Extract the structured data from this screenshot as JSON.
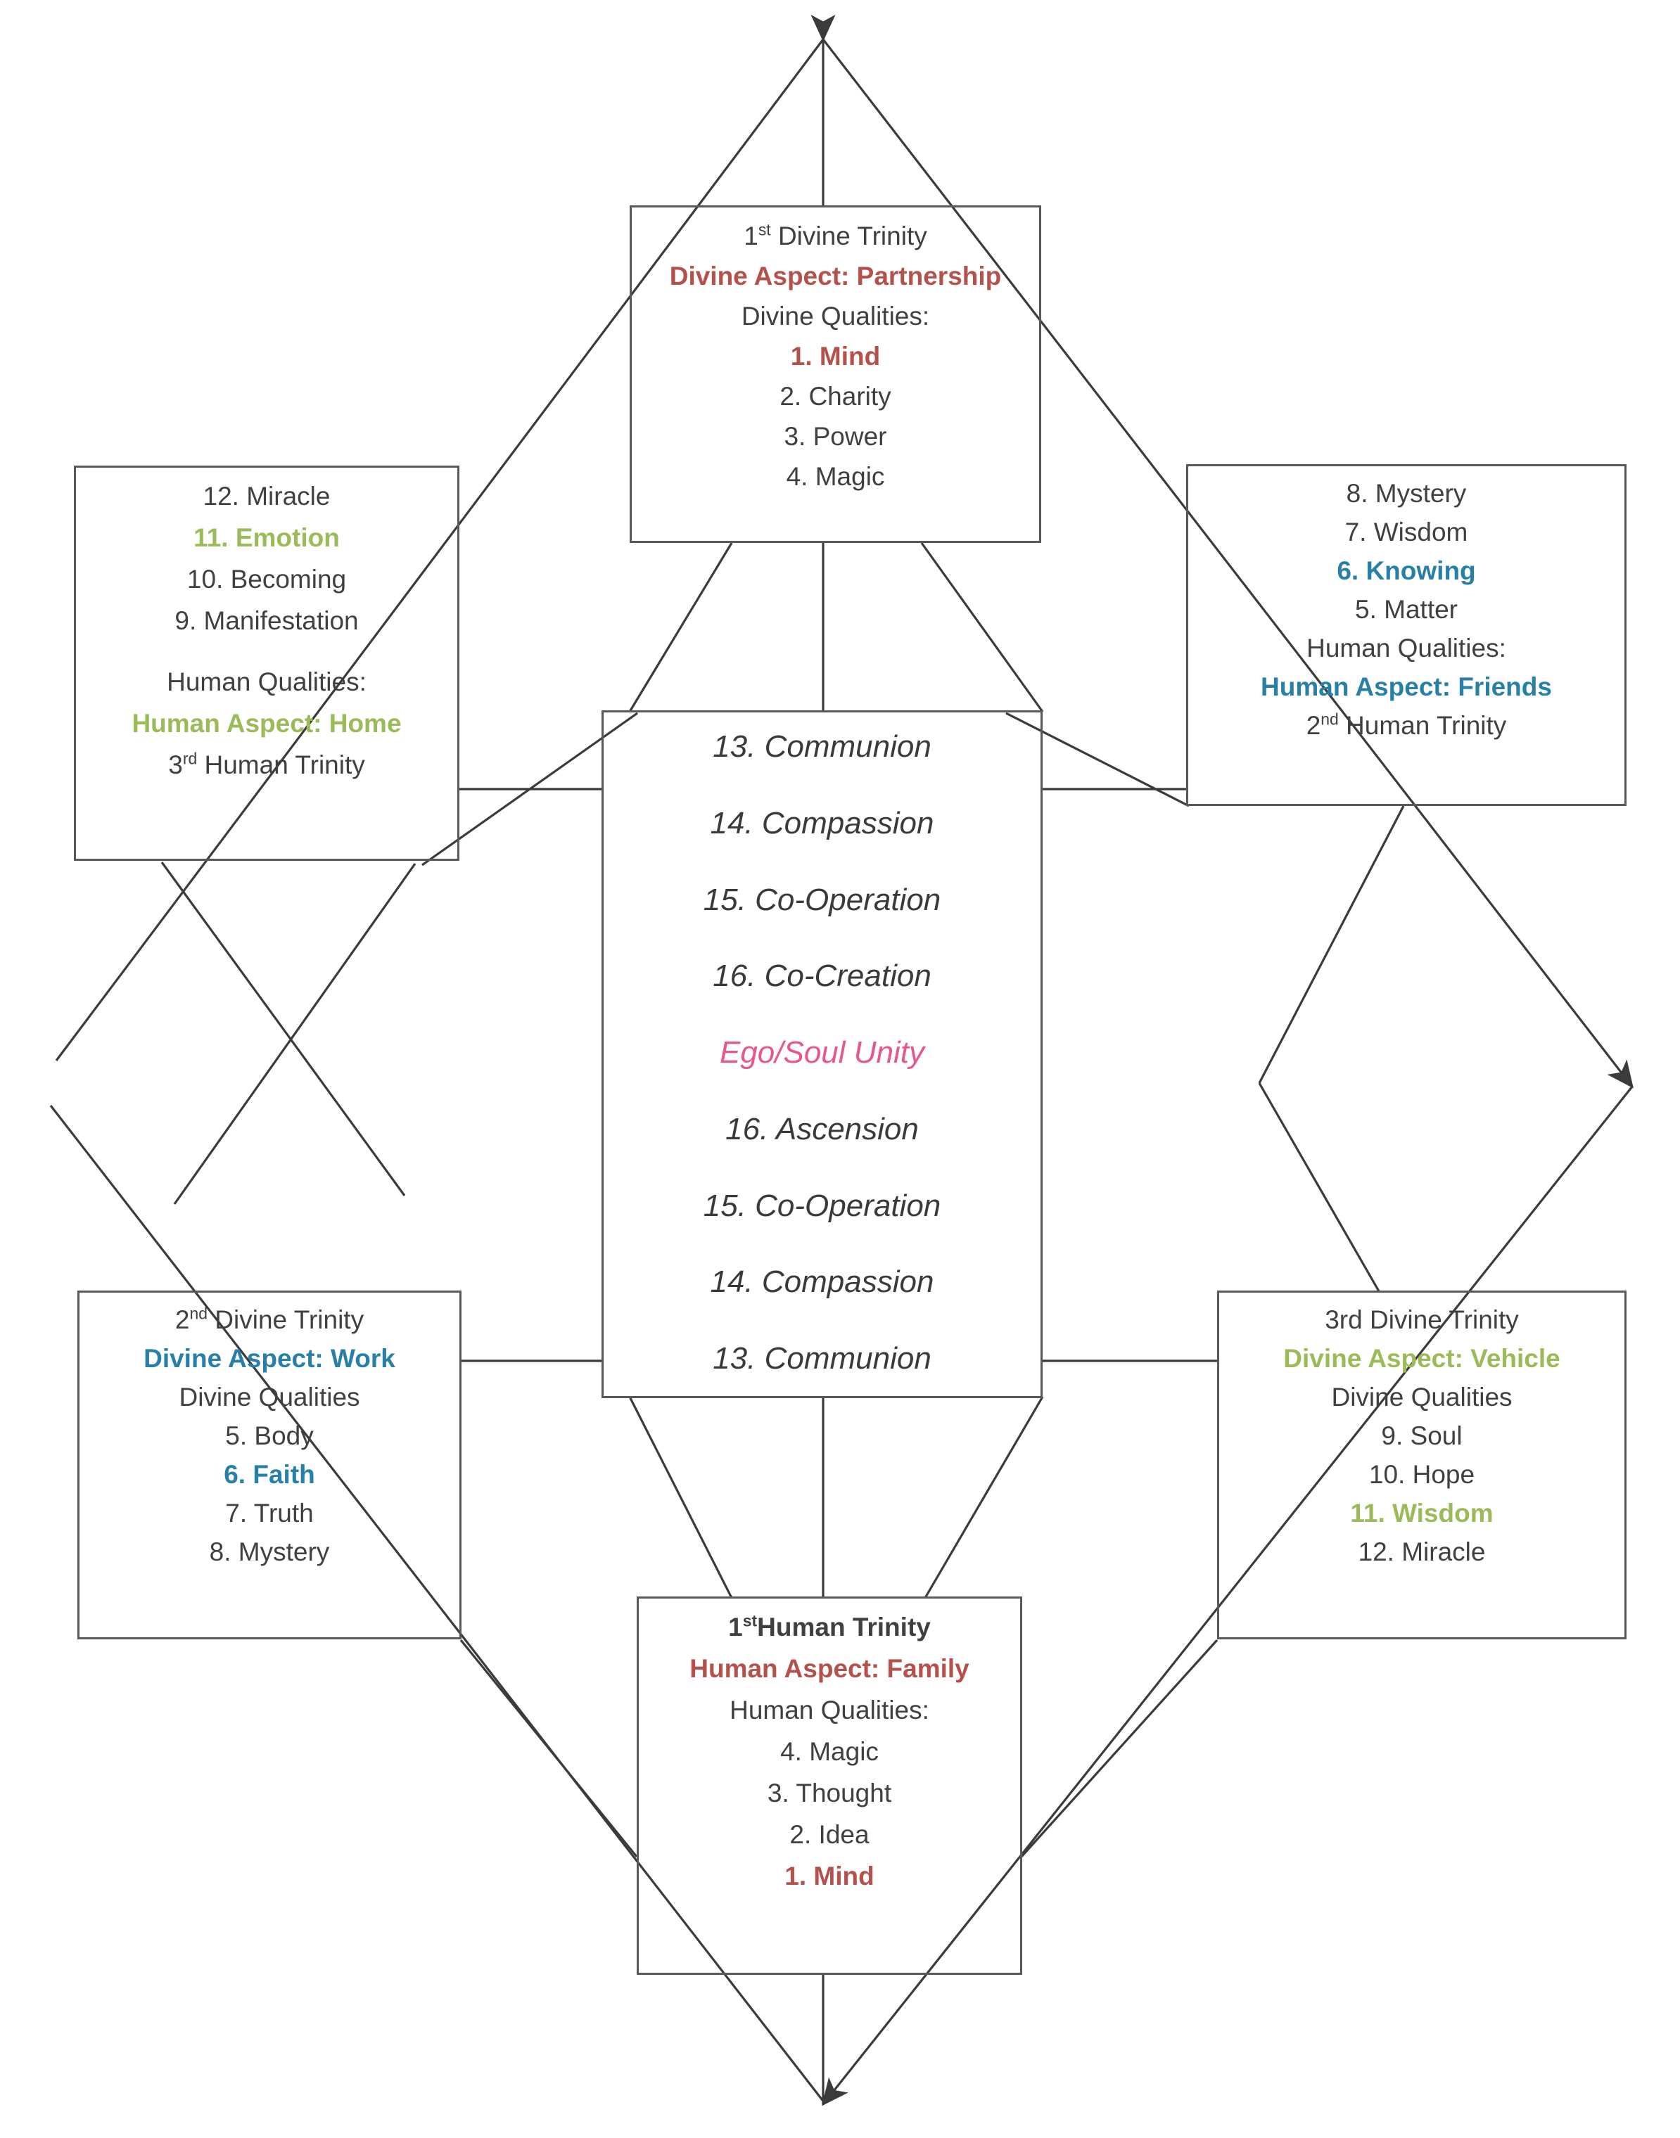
{
  "diagram": {
    "title": "Trinity Ego/Soul Unity Diagram",
    "colors": {
      "red": "#b4514a",
      "teal": "#2880a8",
      "green": "#9bbb59",
      "pink": "#e8568f",
      "text": "#404040",
      "stroke": "#595959"
    }
  },
  "top_box": {
    "name": "1st Divine Trinity",
    "ordinal_num": "1",
    "ordinal_suffix": "st",
    "ordinal_rest": " Divine Trinity",
    "aspect": "Divine Aspect:  Partnership",
    "qualities_label": "Divine Qualities:",
    "items": [
      {
        "text": "1. Mind",
        "color": "red",
        "bold": true
      },
      {
        "text": "2. Charity",
        "color": "text",
        "bold": false
      },
      {
        "text": "3. Power",
        "color": "text",
        "bold": false
      },
      {
        "text": "4. Magic",
        "color": "text",
        "bold": false
      }
    ]
  },
  "left_box": {
    "items": [
      {
        "text": "12.  Miracle",
        "color": "text",
        "bold": false
      },
      {
        "text": "11.  Emotion",
        "color": "green",
        "bold": true
      },
      {
        "text": "10.  Becoming",
        "color": "text",
        "bold": false
      },
      {
        "text": "9.  Manifestation",
        "color": "text",
        "bold": false
      }
    ],
    "qualities_label": "Human Qualities:",
    "aspect": "Human Aspect:  Home",
    "ordinal_num": "3",
    "ordinal_suffix": "rd",
    "ordinal_rest": " Human Trinity"
  },
  "right_box": {
    "items": [
      {
        "text": "8.  Mystery",
        "color": "text",
        "bold": false
      },
      {
        "text": "7.  Wisdom",
        "color": "text",
        "bold": false
      },
      {
        "text": "6.  Knowing",
        "color": "teal",
        "bold": true
      },
      {
        "text": "5.  Matter",
        "color": "text",
        "bold": false
      }
    ],
    "qualities_label": "Human Qualities:",
    "aspect": "Human Aspect: Friends",
    "ordinal_num": "2",
    "ordinal_suffix": "nd",
    "ordinal_rest": " Human Trinity"
  },
  "center_box": {
    "items": [
      {
        "text": "13.  Communion",
        "color": "text"
      },
      {
        "text": "14.  Compassion",
        "color": "text"
      },
      {
        "text": "15.  Co-Operation",
        "color": "text"
      },
      {
        "text": "16.  Co-Creation",
        "color": "text"
      },
      {
        "text": "Ego/Soul Unity",
        "color": "pink"
      },
      {
        "text": "16.  Ascension",
        "color": "text"
      },
      {
        "text": "15.  Co-Operation",
        "color": "text"
      },
      {
        "text": "14.  Compassion",
        "color": "text"
      },
      {
        "text": "13.  Communion",
        "color": "text"
      }
    ]
  },
  "bottom_left_box": {
    "ordinal_num": "2",
    "ordinal_suffix": "nd",
    "ordinal_rest": " Divine Trinity",
    "aspect": "Divine Aspect:  Work",
    "qualities_label": "Divine Qualities",
    "items": [
      {
        "text": "5.  Body",
        "color": "text",
        "bold": false
      },
      {
        "text": "6.  Faith",
        "color": "teal",
        "bold": true
      },
      {
        "text": "7.  Truth",
        "color": "text",
        "bold": false
      },
      {
        "text": "8.  Mystery",
        "color": "text",
        "bold": false
      }
    ]
  },
  "bottom_right_box": {
    "name": "3rd Divine Trinity",
    "aspect": "Divine Aspect: Vehicle",
    "qualities_label": "Divine Qualities",
    "items": [
      {
        "text": "9.  Soul",
        "color": "text",
        "bold": false
      },
      {
        "text": "10. Hope",
        "color": "text",
        "bold": false
      },
      {
        "text": "11. Wisdom",
        "color": "green",
        "bold": true
      },
      {
        "text": "12.  Miracle",
        "color": "text",
        "bold": false
      }
    ]
  },
  "bottom_center_box": {
    "ordinal_num": "1",
    "ordinal_suffix": "st",
    "ordinal_rest": "Human Trinity",
    "aspect": "Human Aspect:  Family",
    "qualities_label": "Human Qualities:",
    "items": [
      {
        "text": "4.  Magic",
        "color": "text",
        "bold": false
      },
      {
        "text": "3.  Thought",
        "color": "text",
        "bold": false
      },
      {
        "text": "2.  Idea",
        "color": "text",
        "bold": false
      },
      {
        "text": "1.  Mind",
        "color": "red",
        "bold": true
      }
    ]
  }
}
